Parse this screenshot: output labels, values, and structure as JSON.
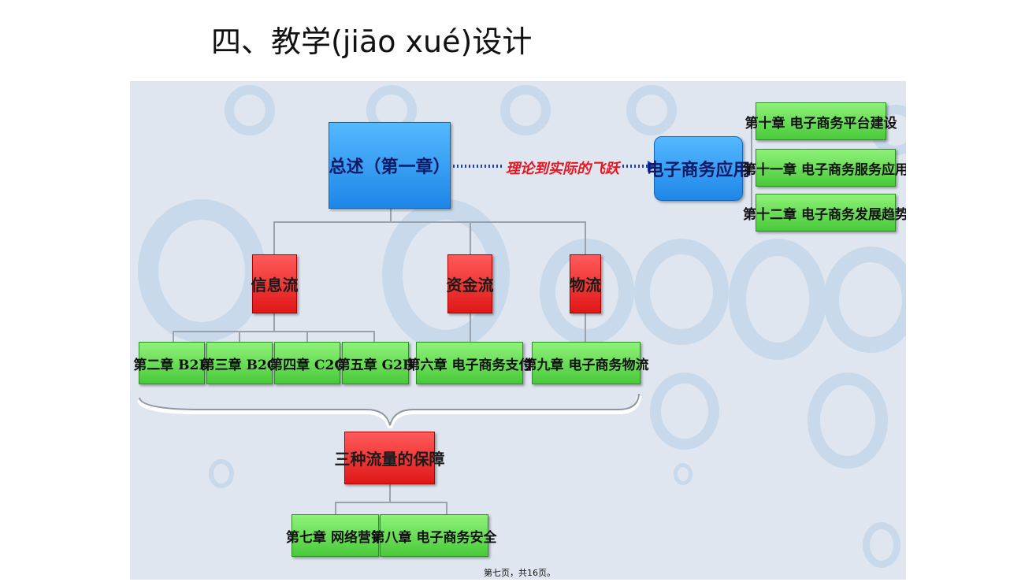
{
  "slide": {
    "title": "四、教学(jiāo xué)设计",
    "footer": "第七页，共16页。"
  },
  "diagram": {
    "root": "总述（第一章）",
    "arrow_label": "理论到实际的飞跃",
    "application": "电子商务应用",
    "app_chapters": [
      "第十章 电子商务平台建设",
      "第十一章 电子商务服务应用",
      "第十二章 电子商务发展趋势"
    ],
    "flows": {
      "info": "信息流",
      "capital": "资金流",
      "logistics": "物流"
    },
    "info_chapters": [
      "第二章 B2B",
      "第三章 B2C",
      "第四章 C2C",
      "第五章 G2B"
    ],
    "capital_chapter": "第六章 电子商务支付",
    "logistics_chapter": "第九章 电子商务物流",
    "guarantee": "三种流量的保障",
    "guarantee_chapters": [
      "第七章 网络营销",
      "第八章 电子商务安全"
    ]
  },
  "colors": {
    "green": "#49c93a",
    "red": "#e01717",
    "blue": "#1e86e8",
    "arrow": "#1f3fbf",
    "arrow_label": "#e8141e",
    "background": "#dfe6ef"
  }
}
